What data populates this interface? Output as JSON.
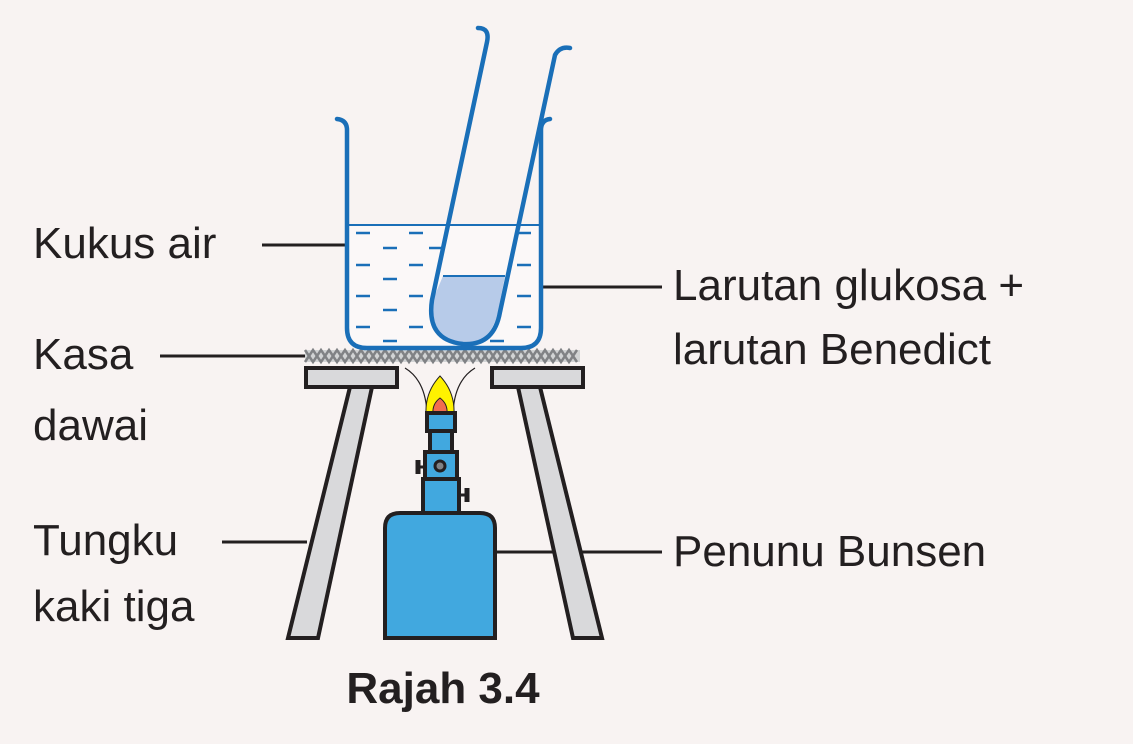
{
  "labels": {
    "water_bath": "Kukus air",
    "wire_gauze_1": "Kasa",
    "wire_gauze_2": "dawai",
    "tripod_1": "Tungku",
    "tripod_2": "kaki tiga",
    "solution_1": "Larutan glukosa +",
    "solution_2": "larutan Benedict",
    "burner": "Penunu Bunsen"
  },
  "caption": "Rajah 3.4",
  "colors": {
    "glass": "#1a6fb8",
    "tube_liquid": "#b7cbe9",
    "burner": "#41a8df",
    "tripod": "#d9d9db",
    "flame_outer": "#fff200",
    "flame_inner": "#f26c4f",
    "gauze": "#808285"
  }
}
